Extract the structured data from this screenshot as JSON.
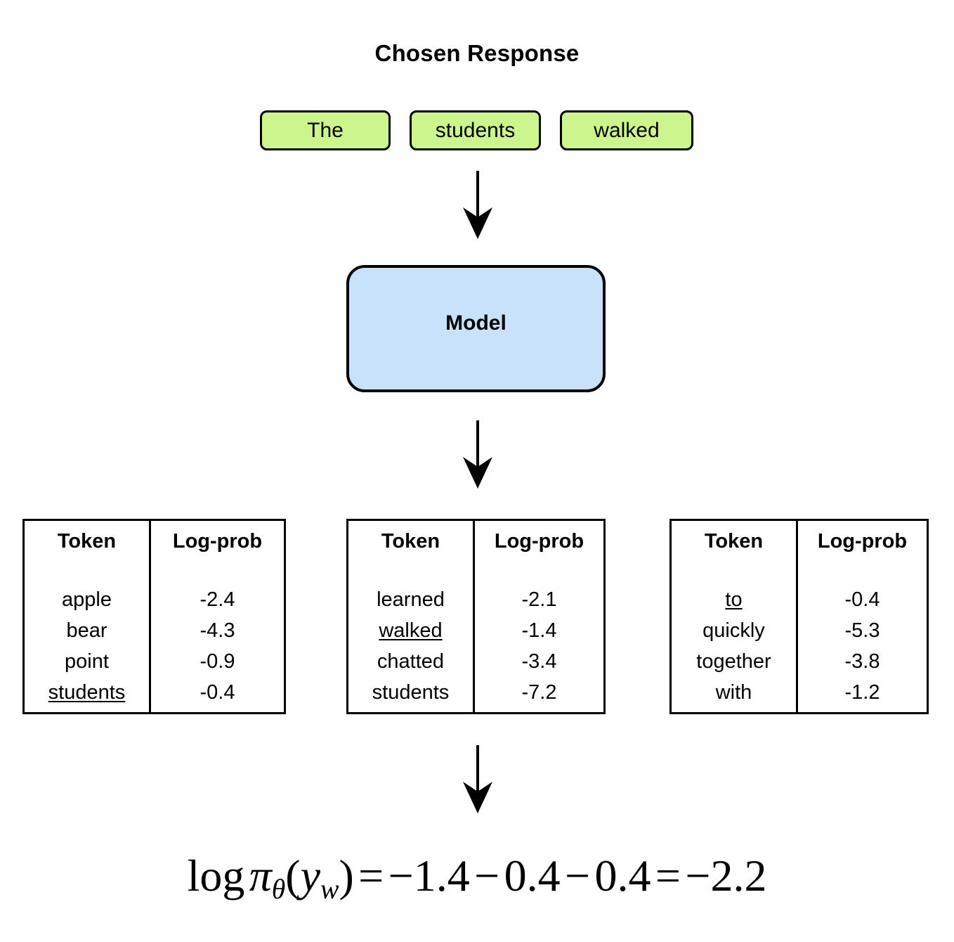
{
  "title": "Chosen Response",
  "colors": {
    "token_fill": "#cdf58e",
    "model_fill": "#c9e2fb",
    "stroke": "#000000",
    "background": "#ffffff"
  },
  "tokens": [
    {
      "label": "The"
    },
    {
      "label": "students"
    },
    {
      "label": "walked"
    }
  ],
  "model": {
    "label": "Model"
  },
  "arrows": [
    {
      "name": "tokens-to-model"
    },
    {
      "name": "model-to-tables"
    },
    {
      "name": "tables-to-formula"
    }
  ],
  "tables": [
    {
      "headers": {
        "token": "Token",
        "logprob": "Log-prob"
      },
      "rows": [
        {
          "token": "apple",
          "logprob": "-2.4",
          "selected": false
        },
        {
          "token": "bear",
          "logprob": "-4.3",
          "selected": false
        },
        {
          "token": "point",
          "logprob": "-0.9",
          "selected": false
        },
        {
          "token": "students",
          "logprob": "-0.4",
          "selected": true
        }
      ]
    },
    {
      "headers": {
        "token": "Token",
        "logprob": "Log-prob"
      },
      "rows": [
        {
          "token": "learned",
          "logprob": "-2.1",
          "selected": false
        },
        {
          "token": "walked",
          "logprob": "-1.4",
          "selected": true
        },
        {
          "token": "chatted",
          "logprob": "-3.4",
          "selected": false
        },
        {
          "token": "students",
          "logprob": "-7.2",
          "selected": false
        }
      ]
    },
    {
      "headers": {
        "token": "Token",
        "logprob": "Log-prob"
      },
      "rows": [
        {
          "token": "to",
          "logprob": "-0.4",
          "selected": true
        },
        {
          "token": "quickly",
          "logprob": "-5.3",
          "selected": false
        },
        {
          "token": "together",
          "logprob": "-3.8",
          "selected": false
        },
        {
          "token": "with",
          "logprob": "-1.2",
          "selected": false
        }
      ]
    }
  ],
  "formula": {
    "log": "log",
    "pi": "π",
    "pi_subscript": "θ",
    "open_paren": "(",
    "y": "y",
    "y_subscript": "w",
    "close_paren": ")",
    "equals": "=",
    "term1": "−1.4",
    "minus1": "−",
    "term2": "0.4",
    "minus2": "−",
    "term3": "0.4",
    "equals2": "=",
    "result": "−2.2",
    "plain_text": "log πθ(yw) = −1.4 − 0.4 − 0.4 = −2.2"
  }
}
